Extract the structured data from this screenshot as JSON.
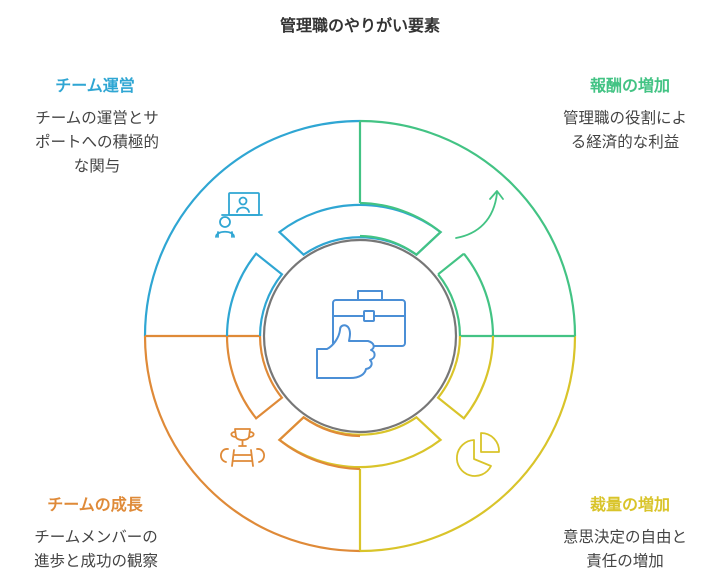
{
  "title": "管理職のやりがい要素",
  "colors": {
    "blue": "#2fa6d3",
    "green": "#43c384",
    "yellow": "#d9c42a",
    "orange": "#df8a38",
    "center_ring": "#777777",
    "center_icon": "#4b8fd6"
  },
  "sections": [
    {
      "id": "team",
      "title": "チーム運営",
      "description": "チームの運営とサ\nポートへの積極的\nな関与",
      "color": "#2fa6d3",
      "icon": "presenter-board-icon"
    },
    {
      "id": "reward",
      "title": "報酬の増加",
      "description": "管理職の役割によ\nる経済的な利益",
      "color": "#43c384",
      "icon": "upward-arrow-icon"
    },
    {
      "id": "growth",
      "title": "チームの成長",
      "description": "チームメンバーの\n進歩と成功の観察",
      "color": "#df8a38",
      "icon": "trophy-ladder-icon"
    },
    {
      "id": "discretion",
      "title": "裁量の増加",
      "description": "意思決定の自由と\n責任の増加",
      "color": "#d9c42a",
      "icon": "pie-chart-icon"
    }
  ],
  "center_icon": "briefcase-thumbs-up-icon"
}
